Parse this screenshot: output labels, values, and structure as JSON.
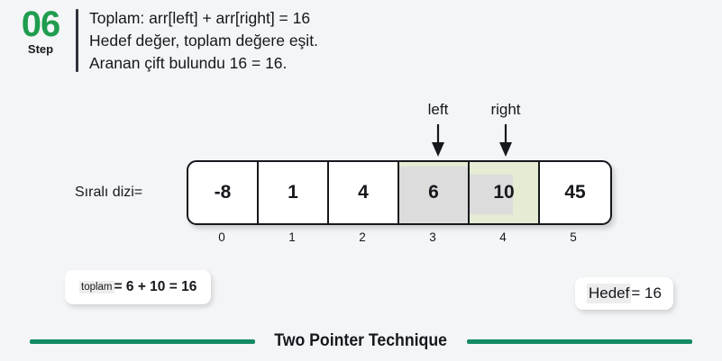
{
  "header": {
    "step_number": "06",
    "step_word": "Step",
    "lines": [
      "Toplam: arr[left] + arr[right] = 16",
      "Hedef değer, toplam değere eşit.",
      "Aranan çift bulundu 16 = 16."
    ]
  },
  "pointers": [
    {
      "label": "left",
      "index": 3,
      "icon": "down-arrow-icon"
    },
    {
      "label": "right",
      "index": 4,
      "icon": "down-arrow-icon"
    }
  ],
  "array": {
    "label": "Sıralı dizi=",
    "values": [
      "-8",
      "1",
      "4",
      "6",
      "10",
      "45"
    ],
    "indices": [
      "0",
      "1",
      "2",
      "3",
      "4",
      "5"
    ],
    "highlight_left_index": 3,
    "highlight_right_index": 4
  },
  "boxes": {
    "toplam": {
      "keyword": "toplam",
      "expression": "= 6 + 10 = 16"
    },
    "hedef": {
      "keyword": "Hedef",
      "expression": "= 16"
    }
  },
  "footer": {
    "title": "Two Pointer Technique"
  },
  "colors": {
    "background": "#f4f5f7",
    "accent_green": "#1f9d4f",
    "footer_green": "#138a63",
    "highlight_grey": "#dcdcdc",
    "highlight_green": "#e4ecd4",
    "text": "#16181d"
  }
}
